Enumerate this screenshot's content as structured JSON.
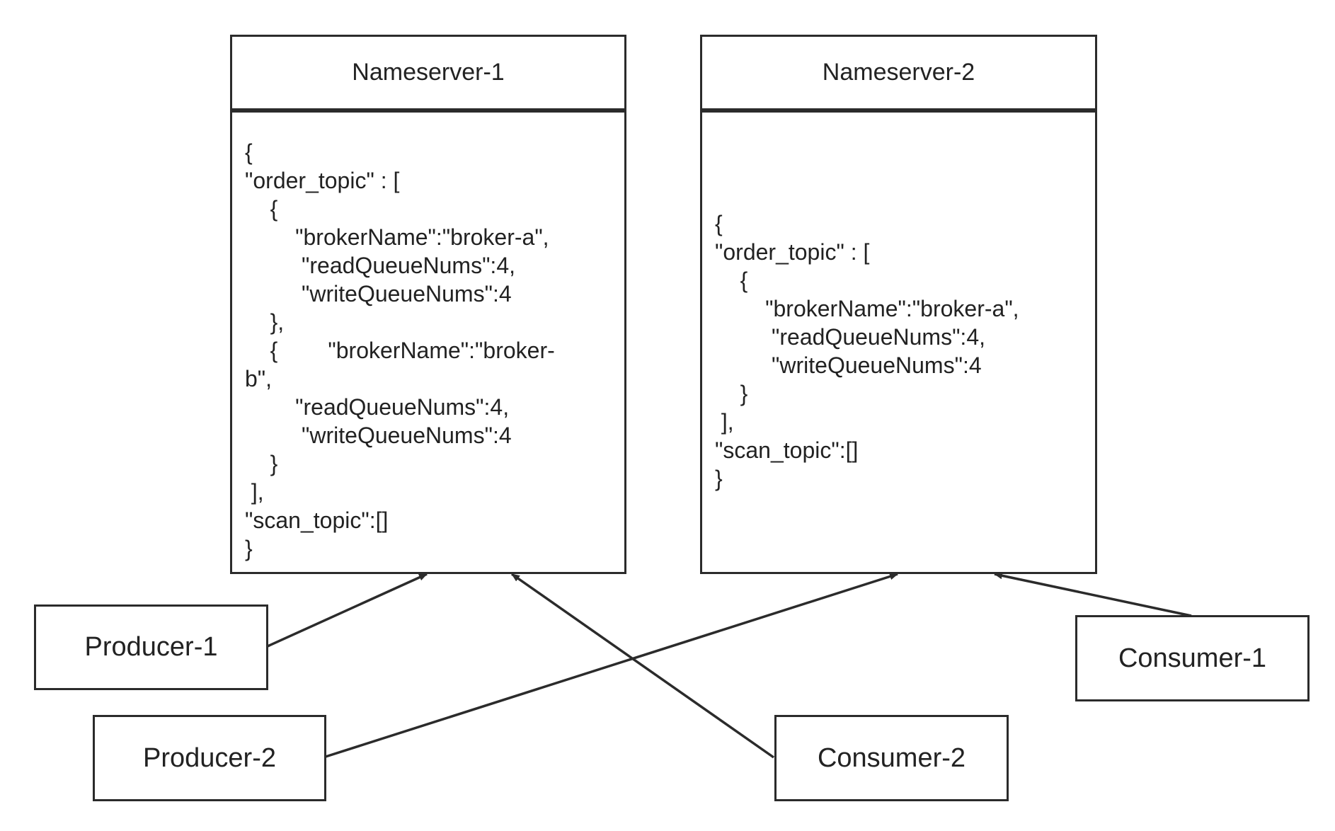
{
  "nameservers": [
    {
      "title": "Nameserver-1",
      "content": "{\n\"order_topic\" : [\n    {\n        \"brokerName\":\"broker-a\",\n         \"readQueueNums\":4,\n         \"writeQueueNums\":4\n    },\n    {        \"brokerName\":\"broker-\nb\",\n        \"readQueueNums\":4,\n         \"writeQueueNums\":4\n    }\n ],\n\"scan_topic\":[]\n}"
    },
    {
      "title": "Nameserver-2",
      "content": "{\n\"order_topic\" : [\n    {\n        \"brokerName\":\"broker-a\",\n         \"readQueueNums\":4,\n         \"writeQueueNums\":4\n    }\n ],\n\"scan_topic\":[]\n}"
    }
  ],
  "clients": {
    "producer_1": "Producer-1",
    "producer_2": "Producer-2",
    "consumer_1": "Consumer-1",
    "consumer_2": "Consumer-2"
  },
  "colors": {
    "stroke": "#2b2b2b",
    "text": "#222222",
    "background": "#ffffff"
  }
}
